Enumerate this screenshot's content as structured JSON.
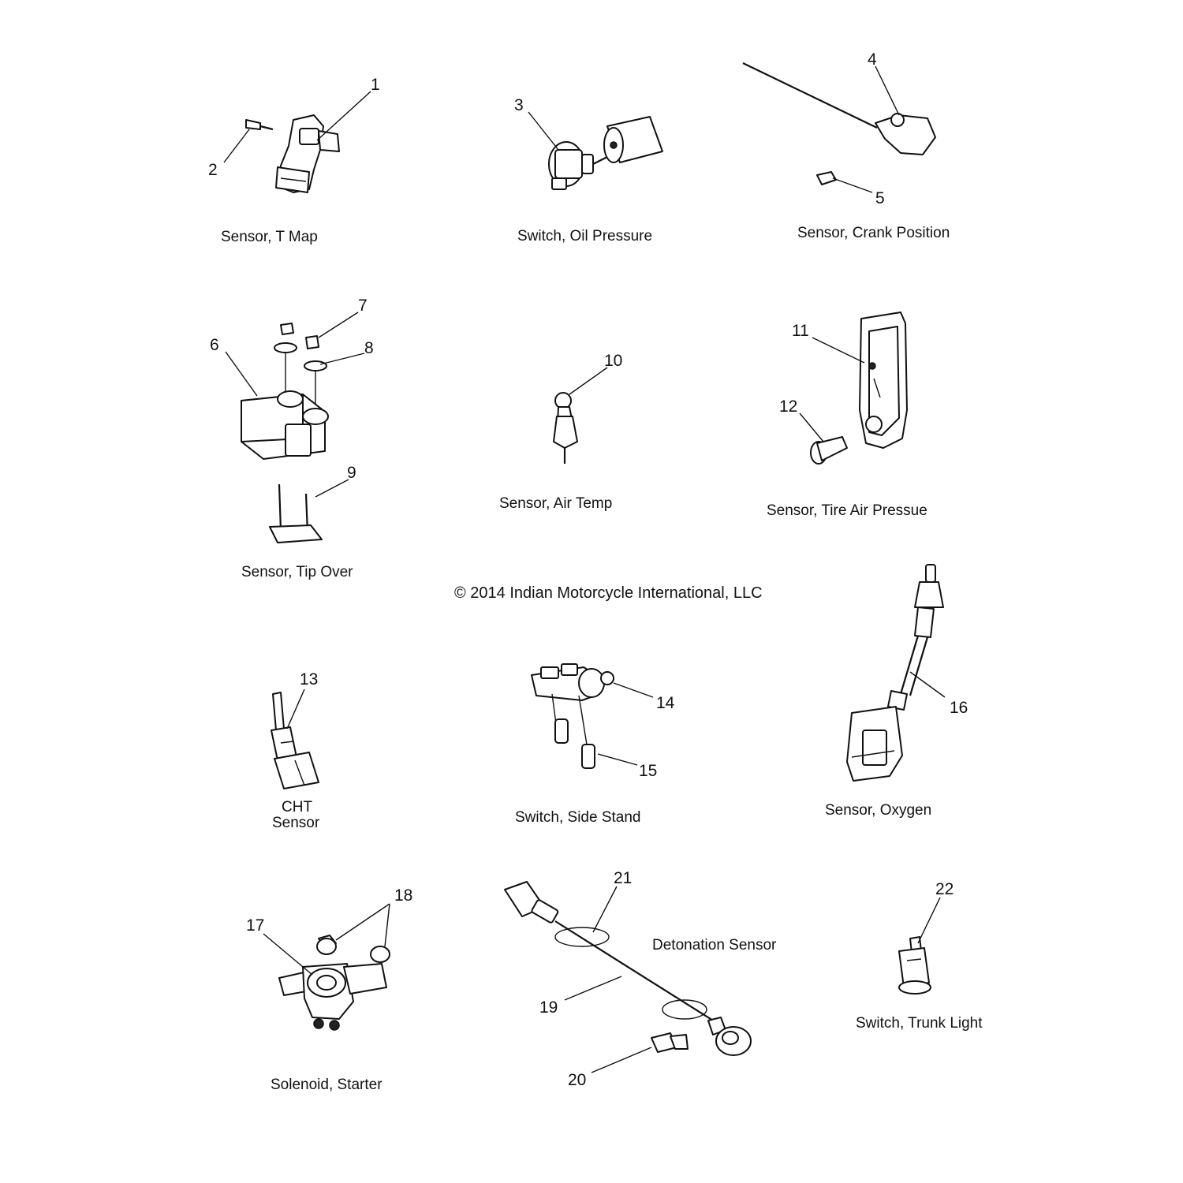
{
  "copyright": "© 2014 Indian Motorcycle International, LLC",
  "captions": {
    "t_map": "Sensor, T Map",
    "oil_pressure": "Switch, Oil Pressure",
    "crank_position": "Sensor, Crank Position",
    "tip_over": "Sensor, Tip Over",
    "air_temp": "Sensor, Air Temp",
    "tire_air_pressure": "Sensor, Tire Air Pressue",
    "cht_line1": "CHT",
    "cht_line2": "Sensor",
    "side_stand": "Switch, Side Stand",
    "oxygen": "Sensor, Oxygen",
    "starter_solenoid": "Solenoid, Starter",
    "detonation": "Detonation Sensor",
    "trunk_light": "Switch, Trunk Light"
  },
  "callouts": {
    "c1": "1",
    "c2": "2",
    "c3": "3",
    "c4": "4",
    "c5": "5",
    "c6": "6",
    "c7": "7",
    "c8": "8",
    "c9": "9",
    "c10": "10",
    "c11": "11",
    "c12": "12",
    "c13": "13",
    "c14": "14",
    "c15": "15",
    "c16": "16",
    "c17": "17",
    "c18": "18",
    "c19": "19",
    "c20": "20",
    "c21": "21",
    "c22": "22"
  }
}
